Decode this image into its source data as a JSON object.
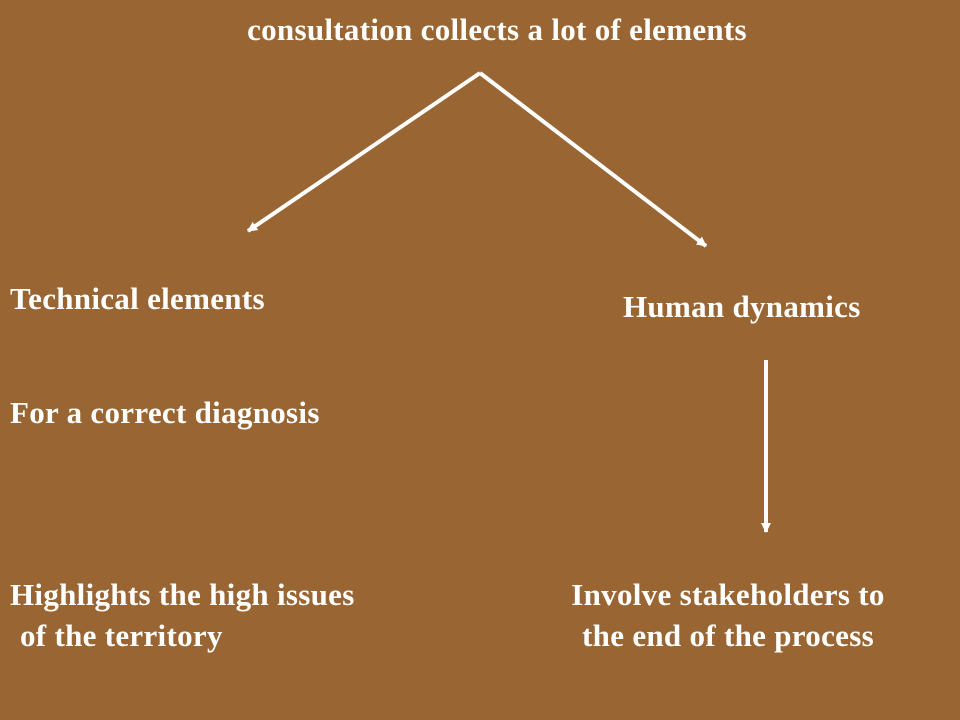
{
  "diagram": {
    "title": "consultation collects a lot of elements",
    "left_branch": {
      "heading": "Technical elements",
      "purpose": "For a correct diagnosis",
      "outcome_lines": [
        "Highlights the high issues",
        "of the territory"
      ]
    },
    "right_branch": {
      "heading": "Human dynamics",
      "outcome_lines": [
        "Involve stakeholders to",
        "the end of the process"
      ]
    },
    "colors": {
      "background": "#996633",
      "text": "#ffffff",
      "arrows": "#ffffff"
    }
  }
}
